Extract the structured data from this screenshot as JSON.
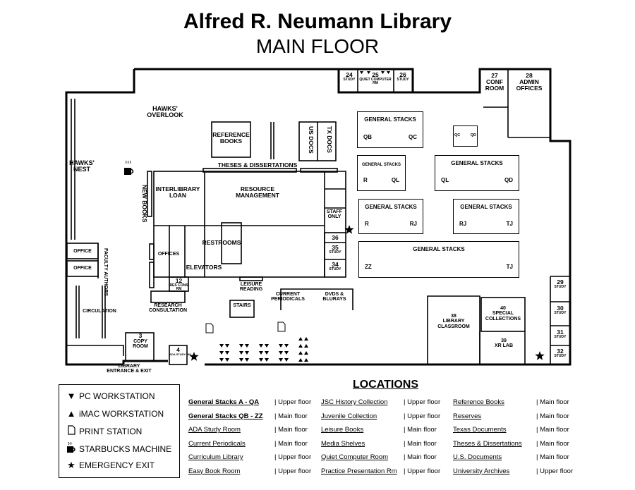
{
  "title": "Alfred R. Neumann Library",
  "subtitle": "MAIN FLOOR",
  "rooms": {
    "r24": "24",
    "r24s": "STUDY",
    "r25": "25",
    "r25s": "QUIET COMPUTER RM",
    "r26": "26",
    "r26s": "STUDY",
    "r27": "27",
    "r27s": "CONF ROOM",
    "r28": "28",
    "r28s": "ADMIN OFFICES",
    "hawks_overlook": "HAWKS' OVERLOOK",
    "hawks_nest": "HAWKS' NEST",
    "reference_books": "REFERENCE BOOKS",
    "us_docs": "US DOCS",
    "tx_docs": "TX DOCS",
    "theses": "THESES & DISSERTATIONS",
    "new_books": "NEW BOOKS",
    "interlibrary_loan": "INTERLIBRARY LOAN",
    "resource_management": "RESOURCE MANAGEMENT",
    "staff_only": "STAFF ONLY",
    "r36": "36",
    "r35": "35",
    "r35s": "STUDY",
    "r34": "34",
    "r34s": "STUDY",
    "restrooms": "RESTROOMS",
    "offices": "OFFICES",
    "elevators": "ELEVATORS",
    "office1": "OFFICE",
    "office2": "OFFICE",
    "faculty_authors": "FACULTY AUTHORS",
    "r12": "12",
    "r12s": "RES CONS RM",
    "research_consultation": "RESEARCH CONSULTATION",
    "leisure_reading": "LEISURE READING",
    "current_periodicals": "CURRENT PERIODICALS",
    "dvds": "DVDS & BLURAYS",
    "stairs": "STAIRS",
    "circulation": "CIRCULATION",
    "r3": "3",
    "r3s": "COPY ROOM",
    "r4": "4",
    "r4s": "ADA STUDY RM",
    "entrance": "LIBRARY ENTRANCE & EXIT",
    "r38": "38",
    "r38s": "LIBRARY CLASSROOM",
    "r40": "40",
    "r40s": "SPECIAL COLLECTIONS",
    "r39": "39",
    "r39s": "XR LAB",
    "r29": "29",
    "r29s": "STUDY",
    "r30": "30",
    "r30s": "STUDY",
    "r31": "31",
    "r31s": "STUDY",
    "r32": "32",
    "r32s": "STUDY"
  },
  "stacks": {
    "s1": {
      "title": "GENERAL STACKS",
      "from": "QB",
      "to": "QC"
    },
    "s2": {
      "title": "",
      "from": "QC",
      "to": "QD"
    },
    "s3": {
      "title": "GENERAL STACKS",
      "from": "R",
      "to": "QL"
    },
    "s4": {
      "title": "GENERAL STACKS",
      "from": "QL",
      "to": "QD"
    },
    "s5": {
      "title": "GENERAL STACKS",
      "from": "R",
      "to": "RJ"
    },
    "s6": {
      "title": "GENERAL STACKS",
      "from": "RJ",
      "to": "TJ"
    },
    "s7": {
      "title": "GENERAL STACKS",
      "from": "ZZ",
      "to": "TJ"
    }
  },
  "legend": [
    {
      "icon": "pc-workstation-icon",
      "label": "PC WORKSTATION"
    },
    {
      "icon": "imac-workstation-icon",
      "label": "iMAC WORKSTATION"
    },
    {
      "icon": "print-station-icon",
      "label": "PRINT STATION"
    },
    {
      "icon": "starbucks-machine-icon",
      "label": "STARBUCKS MACHINE"
    },
    {
      "icon": "emergency-exit-icon",
      "label": "EMERGENCY EXIT"
    }
  ],
  "locations_title": "LOCATIONS",
  "locations": [
    [
      {
        "name": "General Stacks A - QA",
        "floor": "| Upper floor"
      },
      {
        "name": "General Stacks QB - ZZ",
        "floor": "| Main floor"
      },
      {
        "name": "ADA Study Room",
        "floor": "| Main floor"
      },
      {
        "name": "Current Periodicals",
        "floor": "| Main floor"
      },
      {
        "name": "Curriculum Library",
        "floor": "| Upper floor"
      },
      {
        "name": "Easy Book Room",
        "floor": "| Upper floor"
      }
    ],
    [
      {
        "name": "JSC History Collection",
        "floor": "| Upper floor"
      },
      {
        "name": "Juvenile Collection",
        "floor": "| Upper floor"
      },
      {
        "name": "Leisure Books",
        "floor": "| Main floor"
      },
      {
        "name": "Media Shelves",
        "floor": "| Main floor"
      },
      {
        "name": "Quiet Computer Room",
        "floor": "| Main floor"
      },
      {
        "name": "Practice Presentation Rm",
        "floor": "| Upper floor"
      }
    ],
    [
      {
        "name": "Reference Books",
        "floor": "| Main floor"
      },
      {
        "name": "Reserves",
        "floor": "| Main floor"
      },
      {
        "name": "Texas Documents",
        "floor": "| Main floor"
      },
      {
        "name": "Theses & Dissertations",
        "floor": "| Main floor"
      },
      {
        "name": "U.S. Documents",
        "floor": "| Main floor"
      },
      {
        "name": "University Archives",
        "floor": "| Upper floor"
      }
    ]
  ]
}
